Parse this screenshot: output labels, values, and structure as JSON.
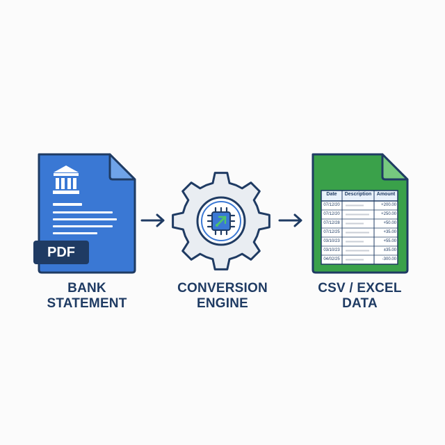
{
  "diagram": {
    "source": {
      "badge": "PDF",
      "label_line1": "BANK",
      "label_line2": "STATEMENT"
    },
    "engine": {
      "label_line1": "CONVERSION",
      "label_line2": "ENGINE"
    },
    "output": {
      "label_line1": "CSV / EXCEL",
      "label_line2": "DATA",
      "table": {
        "headers": [
          "Date",
          "Description",
          "Amount"
        ],
        "rows": [
          [
            "07/12/20",
            "+200.00"
          ],
          [
            "07/12/20",
            "+250.00"
          ],
          [
            "07/12/28",
            "+50.00"
          ],
          [
            "07/12/25",
            "+35.00"
          ],
          [
            "03/10/23",
            "+55.00"
          ],
          [
            "03/10/23",
            "±35.00"
          ],
          [
            "04/02/25",
            "-300.00"
          ]
        ]
      }
    }
  },
  "colors": {
    "navy": "#1f3b63",
    "blue": "#3a78d4",
    "green": "#3aa14a",
    "gear": "#e9edf2"
  }
}
